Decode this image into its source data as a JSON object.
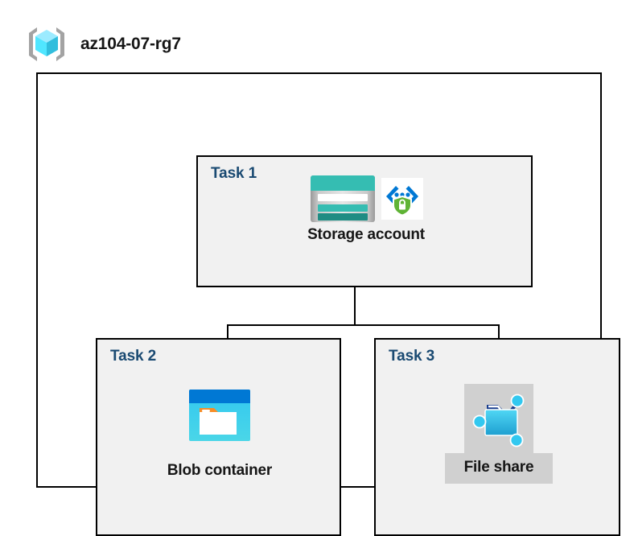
{
  "header": {
    "title": "az104-07-rg7",
    "icon": "resource-group-icon"
  },
  "diagram": {
    "container_name": "resource-group-container",
    "tasks": [
      {
        "id": "task-1",
        "label": "Task 1",
        "node_label": "Storage account",
        "icons": [
          "storage-account-icon",
          "private-endpoint-icon"
        ],
        "shaded_label": false
      },
      {
        "id": "task-2",
        "label": "Task 2",
        "node_label": "Blob container",
        "icons": [
          "blob-container-icon"
        ],
        "shaded_label": false
      },
      {
        "id": "task-3",
        "label": "Task 3",
        "node_label": "File share",
        "icons": [
          "file-share-icon"
        ],
        "shaded_label": true
      }
    ],
    "connectors": [
      {
        "name": "storage-to-bus-trunk"
      },
      {
        "name": "horizontal-bus"
      },
      {
        "name": "bus-to-blob-container"
      },
      {
        "name": "bus-to-file-share"
      }
    ]
  },
  "colors": {
    "task_label": "#1a4a72",
    "task_box_fill": "#f1f1f1",
    "box_border": "#000000",
    "caption_text": "#161616",
    "shaded_label_bg": "#d0d0d0",
    "storage_teal": "#35bdb2",
    "storage_teal_dark": "#1f8c83",
    "blob_blue_top": "#0078d4",
    "blob_blue_body": "#32c8f0",
    "blob_tab_orange": "#f78d28",
    "shield_green": "#5fb335",
    "link_blue": "#0078d4",
    "file_share_blue": "#32bedd",
    "rg_cube_light": "#9cebff",
    "rg_cube_mid": "#50e6ff",
    "rg_bracket_gray": "#a0a0a0"
  }
}
